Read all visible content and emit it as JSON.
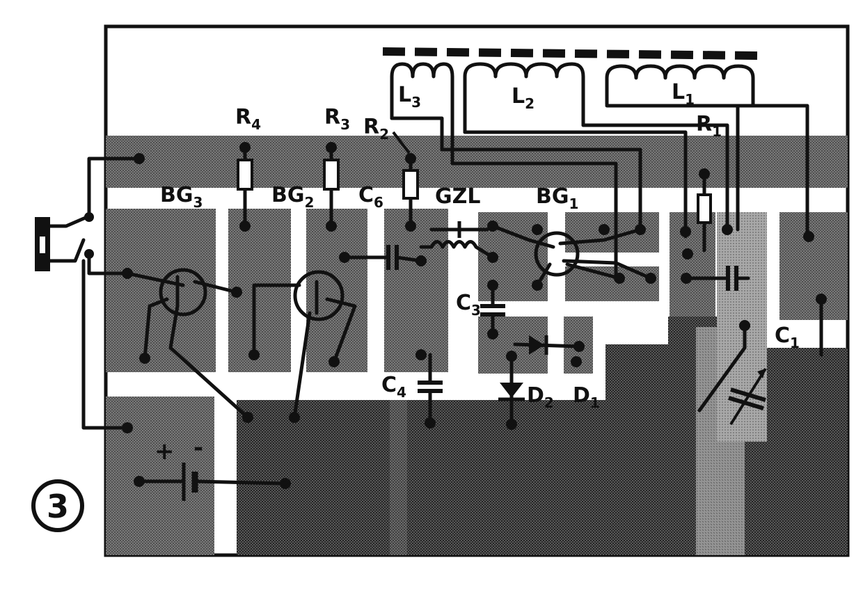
{
  "figure_number": "3",
  "labels": {
    "L1": {
      "main": "L",
      "sub": "1"
    },
    "L2": {
      "main": "L",
      "sub": "2"
    },
    "L3": {
      "main": "L",
      "sub": "3"
    },
    "R1": {
      "main": "R",
      "sub": "1"
    },
    "R2": {
      "main": "R",
      "sub": "2"
    },
    "R3": {
      "main": "R",
      "sub": "3"
    },
    "R4": {
      "main": "R",
      "sub": "4"
    },
    "BG1": {
      "main": "BG",
      "sub": "1"
    },
    "BG2": {
      "main": "BG",
      "sub": "2"
    },
    "BG3": {
      "main": "BG",
      "sub": "3"
    },
    "C1": {
      "main": "C",
      "sub": "1"
    },
    "C3": {
      "main": "C",
      "sub": "3"
    },
    "C4": {
      "main": "C",
      "sub": "4"
    },
    "C6": {
      "main": "C",
      "sub": "6"
    },
    "D1": {
      "main": "D",
      "sub": "1"
    },
    "D2": {
      "main": "D",
      "sub": "2"
    },
    "GZL": {
      "main": "GZL",
      "sub": ""
    }
  },
  "battery_marks": {
    "plus": "+",
    "minus": "-"
  },
  "colors": {
    "board": "#6b6b6b",
    "board_dark": "#4a4a4a",
    "ink": "#111111",
    "paper": "#ffffff"
  }
}
